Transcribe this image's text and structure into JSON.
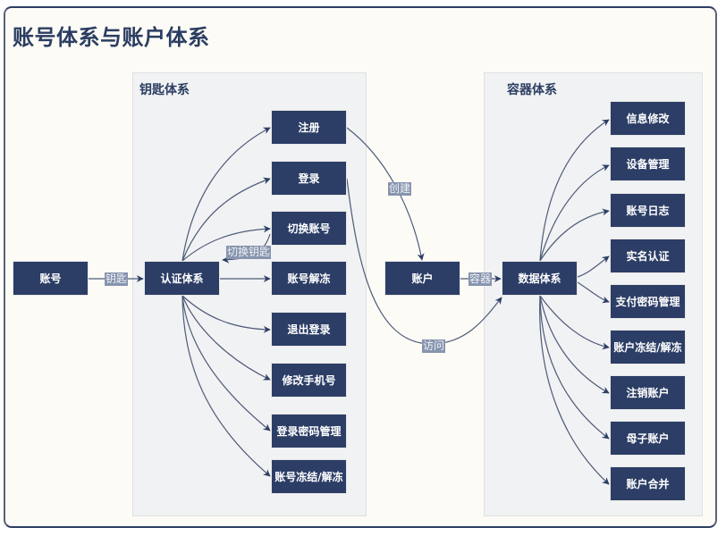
{
  "title": "账号体系与账户体系",
  "colors": {
    "node_fill": "#2c3e66",
    "edge": "#4d5a78",
    "label_bg": "#8794ae",
    "panel": "#f1f2f3",
    "canvas": "#fdfbf6"
  },
  "groups": {
    "key_system": {
      "title": "钥匙体系"
    },
    "container_system": {
      "title": "容器体系"
    }
  },
  "nodes": {
    "account_id": "账号",
    "auth_system": "认证体系",
    "register": "注册",
    "login": "登录",
    "switch_account": "切换账号",
    "unfreeze_account_id": "账号解冻",
    "logout": "退出登录",
    "change_phone": "修改手机号",
    "login_password_mgmt": "登录密码管理",
    "freeze_account_id": "账号冻结/解冻",
    "account": "账户",
    "data_system": "数据体系",
    "info_edit": "信息修改",
    "device_mgmt": "设备管理",
    "account_log": "账号日志",
    "real_name_auth": "实名认证",
    "pay_password_mgmt": "支付密码管理",
    "freeze_account": "账户冻结/解冻",
    "cancel_account": "注销账户",
    "parent_child_account": "母子账户",
    "merge_account": "账户合并"
  },
  "edge_labels": {
    "key": "钥匙",
    "switch_key": "切换钥匙",
    "create": "创建",
    "container": "容器",
    "access": "访问"
  },
  "edges": [
    {
      "from": "account_id",
      "to": "auth_system",
      "label": "钥匙"
    },
    {
      "from": "auth_system",
      "to": "register"
    },
    {
      "from": "auth_system",
      "to": "login"
    },
    {
      "from": "auth_system",
      "to": "switch_account"
    },
    {
      "from": "switch_account",
      "to": "auth_system",
      "label": "切换钥匙"
    },
    {
      "from": "auth_system",
      "to": "unfreeze_account_id"
    },
    {
      "from": "auth_system",
      "to": "logout"
    },
    {
      "from": "auth_system",
      "to": "change_phone"
    },
    {
      "from": "auth_system",
      "to": "login_password_mgmt"
    },
    {
      "from": "auth_system",
      "to": "freeze_account_id"
    },
    {
      "from": "register",
      "to": "account",
      "label": "创建"
    },
    {
      "from": "login",
      "to": "data_system",
      "label": "访问"
    },
    {
      "from": "account",
      "to": "data_system",
      "label": "容器"
    },
    {
      "from": "data_system",
      "to": "info_edit"
    },
    {
      "from": "data_system",
      "to": "device_mgmt"
    },
    {
      "from": "data_system",
      "to": "account_log"
    },
    {
      "from": "data_system",
      "to": "real_name_auth"
    },
    {
      "from": "data_system",
      "to": "pay_password_mgmt"
    },
    {
      "from": "data_system",
      "to": "freeze_account"
    },
    {
      "from": "data_system",
      "to": "cancel_account"
    },
    {
      "from": "data_system",
      "to": "parent_child_account"
    },
    {
      "from": "data_system",
      "to": "merge_account"
    }
  ]
}
